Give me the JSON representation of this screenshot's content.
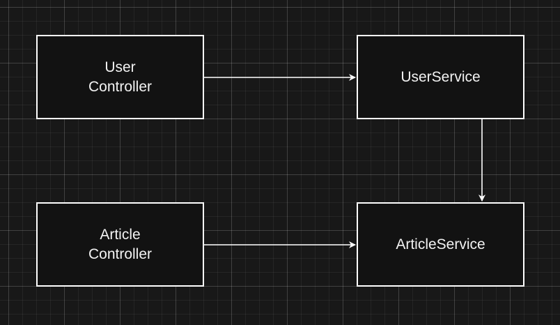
{
  "diagram": {
    "nodes": [
      {
        "id": "user-controller",
        "label": "User\nController"
      },
      {
        "id": "user-service",
        "label": "UserService"
      },
      {
        "id": "article-controller",
        "label": "Article\nController"
      },
      {
        "id": "article-service",
        "label": "ArticleService"
      }
    ],
    "edges": [
      {
        "from": "user-controller",
        "to": "user-service"
      },
      {
        "from": "user-service",
        "to": "article-service"
      },
      {
        "from": "article-controller",
        "to": "article-service"
      }
    ],
    "colors": {
      "background": "#181818",
      "node_border": "#ffffff",
      "node_fill": "#121212",
      "text": "#f2f2f2",
      "edge": "#ffffff"
    }
  }
}
